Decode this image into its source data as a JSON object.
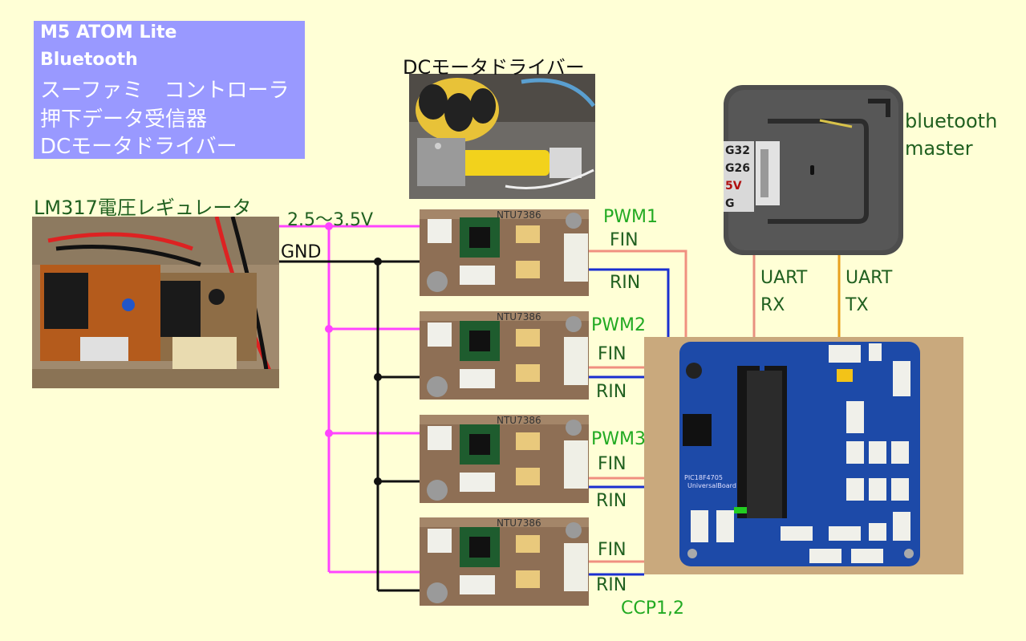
{
  "info_box": {
    "line1": "M5 ATOM Lite",
    "line2": "Bluetooth",
    "line3": "スーファミ　コントローラ",
    "line4": "押下データ受信器",
    "line5": "DCモータドライバー"
  },
  "labels": {
    "dc_motor_driver": "DCモータドライバー",
    "regulator": "LM317電圧レギュレータ",
    "voltage": "2.5～3.5V",
    "gnd": "GND",
    "bluetooth_master": "bluetooth\nmaster",
    "uart_rx": "UART\nRX",
    "uart_tx": "UART\nTX",
    "pwm1": "PWM1",
    "pwm2": "PWM2",
    "pwm3": "PWM3",
    "ccp": "CCP1,2",
    "fin": "FIN",
    "rin": "RIN"
  },
  "chip_labels": {
    "driver": "NTU7386",
    "atom_pins": [
      "G32",
      "G26",
      "5V",
      "G"
    ],
    "board_text": "PIC18F4705 UniversalBoard"
  },
  "colors": {
    "background": "#ffffd6",
    "info_box": "#9999ff",
    "power_wire": "#ff44ff",
    "gnd_wire": "#111111",
    "fin_wire": "#f09080",
    "rin_wire": "#1a2fd0",
    "uart_rx_wire": "#e89080",
    "uart_tx_wire": "#e8a020",
    "pwm_label": "#22aa22",
    "label_green": "#206020"
  },
  "icons": [
    "motor-photo",
    "regulator-photo",
    "atom-lite-photo",
    "driver-board-photo",
    "pic-board-photo"
  ]
}
